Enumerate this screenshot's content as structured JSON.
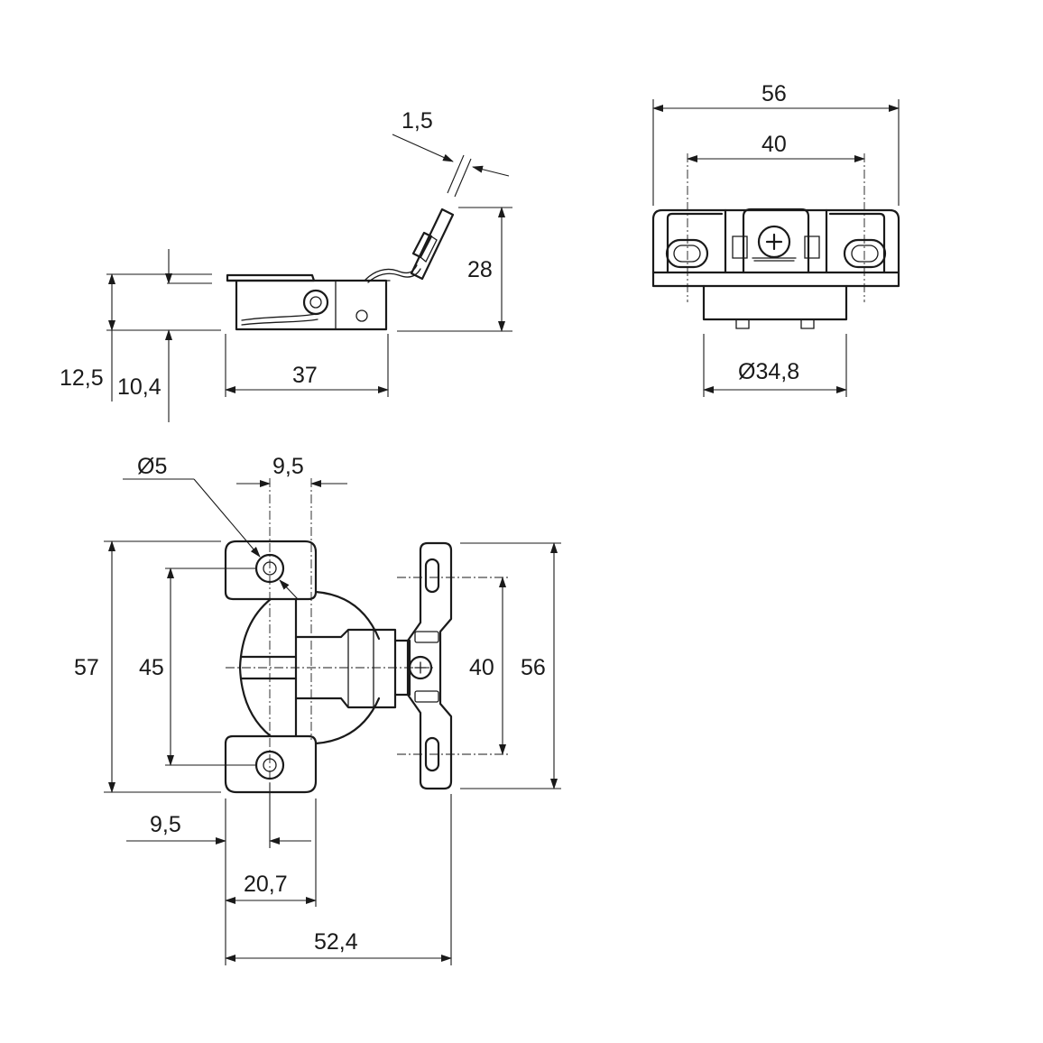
{
  "side_view": {
    "thickness_label": "1,5",
    "height_label": "28",
    "cup_depth_label": "12,5",
    "depth_label": "10,4",
    "length_label": "37"
  },
  "front_view": {
    "overall_width_label": "56",
    "hole_spacing_label": "40",
    "cup_diameter_label": "Ø34,8"
  },
  "top_view": {
    "hole_diameter_label": "Ø5",
    "hole_offset_label": "9,5",
    "overall_height_label": "57",
    "hole_pitch_label": "45",
    "plate_slot_pitch_label": "40",
    "plate_height_label": "56",
    "bottom_offset_label": "9,5",
    "cup_offset_label": "20,7",
    "overall_length_label": "52,4"
  }
}
